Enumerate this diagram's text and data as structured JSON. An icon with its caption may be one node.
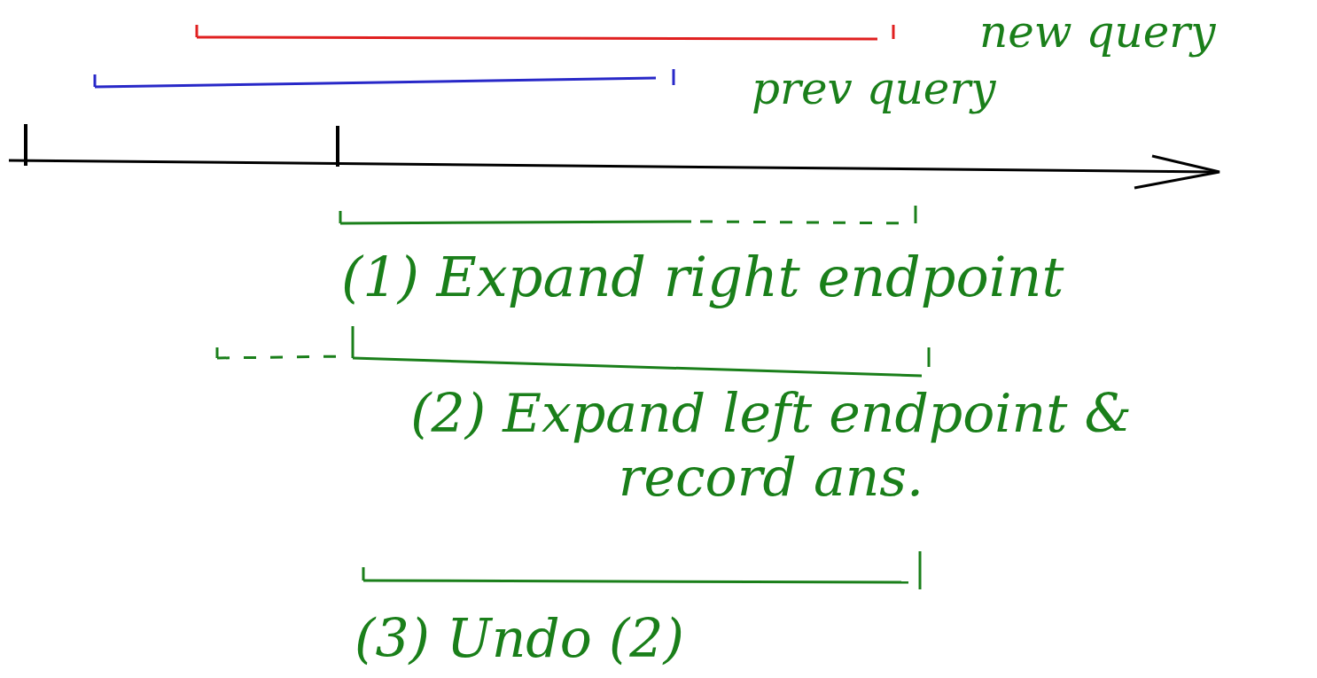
{
  "diagram": {
    "labels": [
      "new query",
      "prev query",
      "(1) Expand right endpoint",
      "(2) Expand left endpoint & record ans.",
      "(3) Undo (2)"
    ]
  }
}
